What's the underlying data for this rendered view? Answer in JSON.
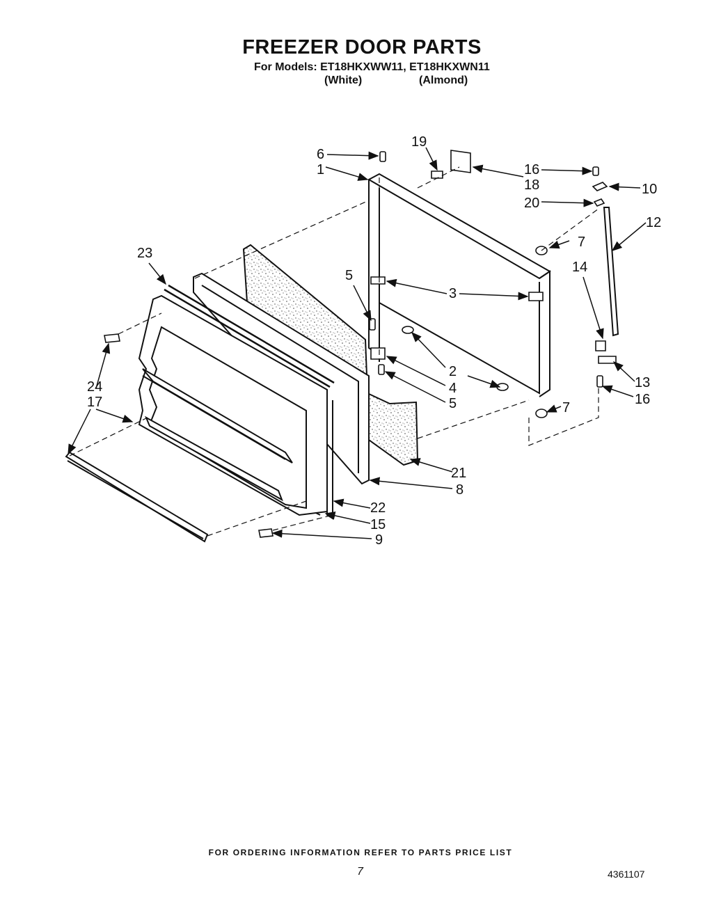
{
  "title": "FREEZER DOOR PARTS",
  "models_line": "For Models: ET18HKXWW11, ET18HKXWN11",
  "color_white": "(White)",
  "color_almond": "(Almond)",
  "footer_note": "FOR ORDERING INFORMATION REFER TO PARTS PRICE LIST",
  "page_number": "7",
  "document_number": "4361107",
  "callouts": [
    "1",
    "2",
    "3",
    "4",
    "5",
    "5",
    "6",
    "7",
    "7",
    "8",
    "9",
    "10",
    "12",
    "13",
    "14",
    "15",
    "16",
    "16",
    "17",
    "18",
    "19",
    "20",
    "21",
    "22",
    "23",
    "24"
  ]
}
